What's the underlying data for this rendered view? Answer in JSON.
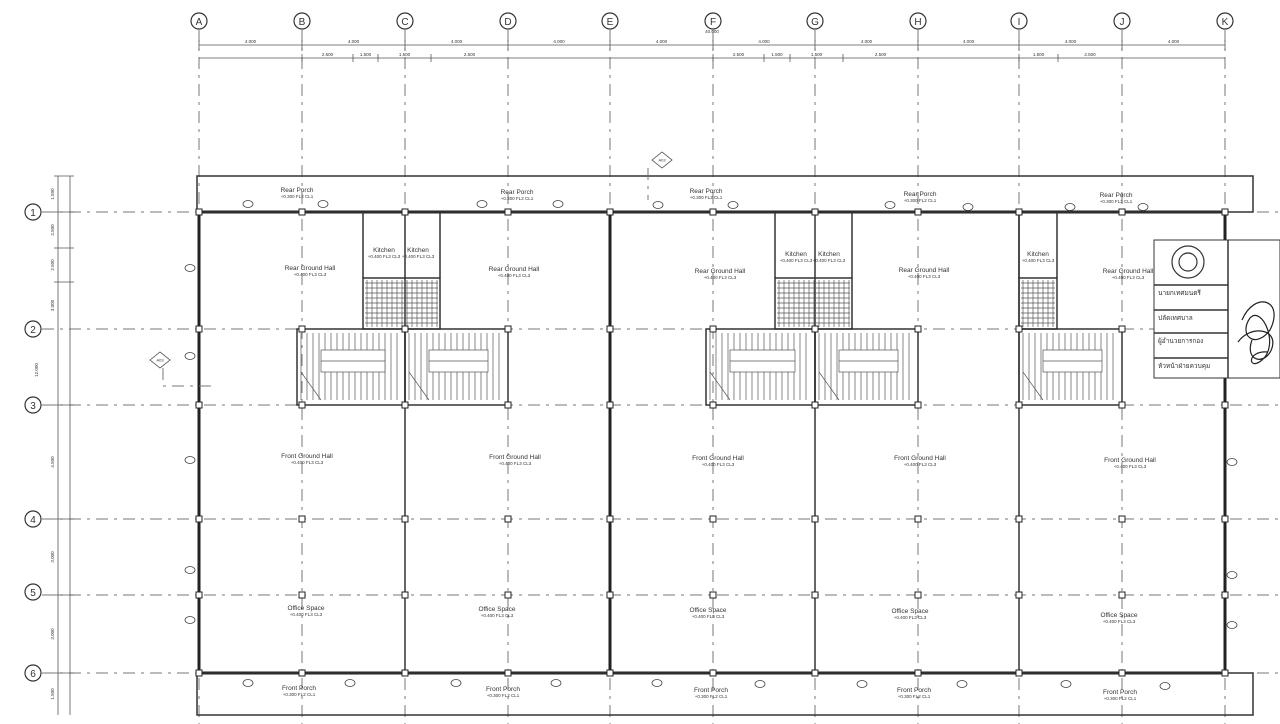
{
  "grid_columns": [
    "A",
    "B",
    "C",
    "D",
    "E",
    "F",
    "G",
    "H",
    "I",
    "J",
    "K"
  ],
  "grid_rows": [
    "1",
    "2",
    "3",
    "4",
    "5",
    "6"
  ],
  "top_dimensions": [
    "4.000",
    "4.000",
    "4.000",
    "4.000",
    "4.000",
    "4.000",
    "4.000",
    "4.000",
    "4.000",
    "4.000"
  ],
  "overall_dimension": "40.000",
  "sub_dimensions": [
    "2.500",
    "1.500",
    "1.500",
    "2.500",
    "2.500",
    "1.500",
    "1.500",
    "2.500",
    "1.500",
    "2.500"
  ],
  "left_dimensions": [
    "1.500",
    "2.500",
    "2.500",
    "3.000",
    "4.500",
    "3.000",
    "3.000",
    "1.500"
  ],
  "left_overall": "12.000",
  "rooms": {
    "rear_porch": {
      "name": "Rear Porch",
      "level": "+0.300 FL2 CL1"
    },
    "kitchen": {
      "name": "Kitchen",
      "level": "+0.400 FL3 CL3"
    },
    "rear_ground_hall": {
      "name": "Rear Ground Hall",
      "level": "+0.400 FL3 CL3"
    },
    "front_ground_hall": {
      "name": "Front Ground Hall",
      "level": "+0.400 FL3 CL3"
    },
    "office_space": {
      "name": "Office Space",
      "level": "+0.400 FL3 CL3"
    },
    "front_porch": {
      "name": "Front Porch",
      "level": "+0.300 FL2 CL1"
    }
  },
  "section_marker": "A03",
  "stamp": {
    "lines": [
      "นายกเทศมนตรี",
      "ปลัดเทศบาล",
      "ผู้อำนวยการกอง",
      "หัวหน้าฝ่ายควบคุม"
    ]
  }
}
